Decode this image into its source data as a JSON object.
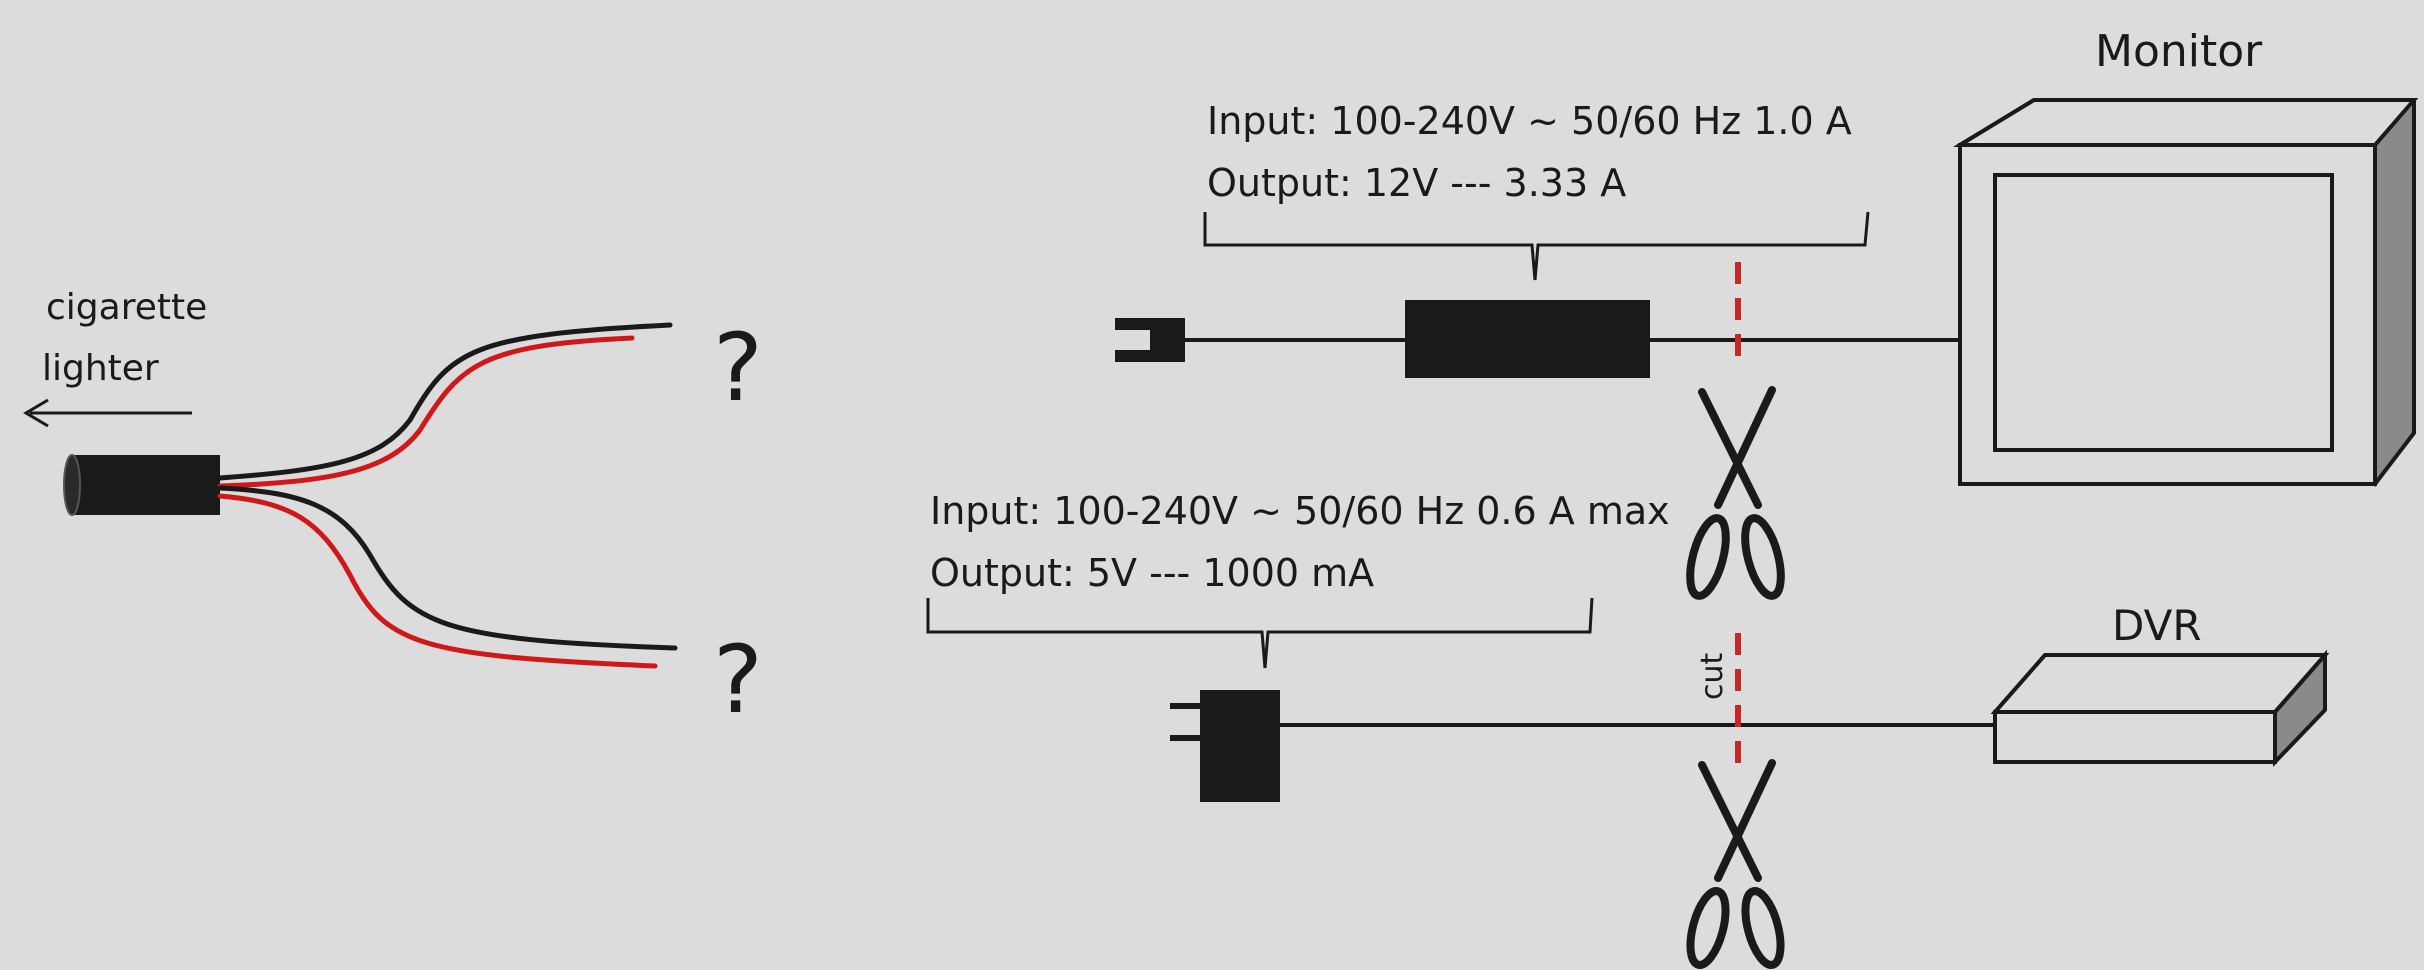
{
  "labels": {
    "cigarette_line1": "cigarette",
    "cigarette_line2": "lighter",
    "question_top": "?",
    "question_bottom": "?",
    "monitor": "Monitor",
    "dvr": "DVR",
    "cut": "cut"
  },
  "monitor_adapter": {
    "input": "Input: 100-240V ~ 50/60 Hz 1.0 A",
    "output": "Output: 12V --- 3.33 A"
  },
  "dvr_adapter": {
    "input": "Input: 100-240V ~ 50/60 Hz 0.6 A max",
    "output": "Output: 5V --- 1000 mA"
  },
  "colors": {
    "background": "#dcdcdc",
    "wire_red": "#d01818",
    "wire_black": "#1a1a1a",
    "cut_line": "#c62828",
    "device_side": "#8a8a8a"
  }
}
